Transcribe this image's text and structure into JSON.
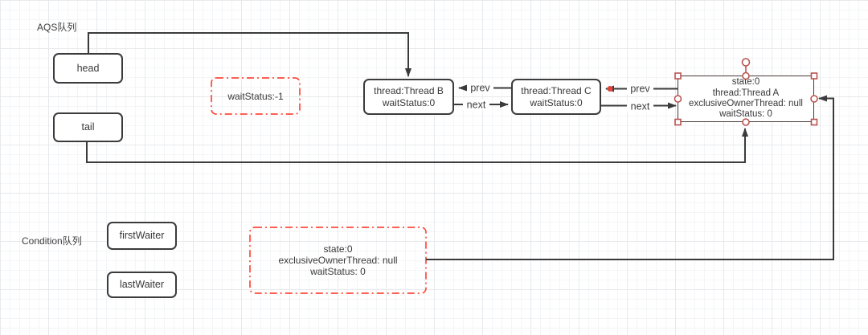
{
  "labels": {
    "aqs_queue": "AQS队列",
    "condition_queue": "Condition队列"
  },
  "nodes": {
    "head": {
      "label": "head"
    },
    "tail": {
      "label": "tail"
    },
    "first_waiter": {
      "label": "firstWaiter"
    },
    "last_waiter": {
      "label": "lastWaiter"
    },
    "thread_b": {
      "lines": [
        "thread:Thread B",
        "waitStatus:0"
      ]
    },
    "thread_c": {
      "lines": [
        "thread:Thread C",
        "waitStatus:0"
      ]
    },
    "thread_a": {
      "lines": [
        "state:0",
        "thread:Thread A",
        "exclusiveOwnerThread: null",
        "waitStatus: 0"
      ]
    },
    "wait_status_annotation": {
      "label": "waitStatus:-1"
    },
    "condition_state_annotation": {
      "lines": [
        "state:0",
        "exclusiveOwnerThread: null",
        "waitStatus: 0"
      ]
    }
  },
  "edge_labels": {
    "prev_b_c": "prev",
    "next_b_c": "next",
    "prev_c_a": "prev",
    "next_c_a": "next"
  },
  "colors": {
    "line": "#3b3b3b",
    "annotation_red": "#ff4a3d",
    "selection_handle": "#b85450",
    "endpoint_dot": "#e3453c"
  }
}
